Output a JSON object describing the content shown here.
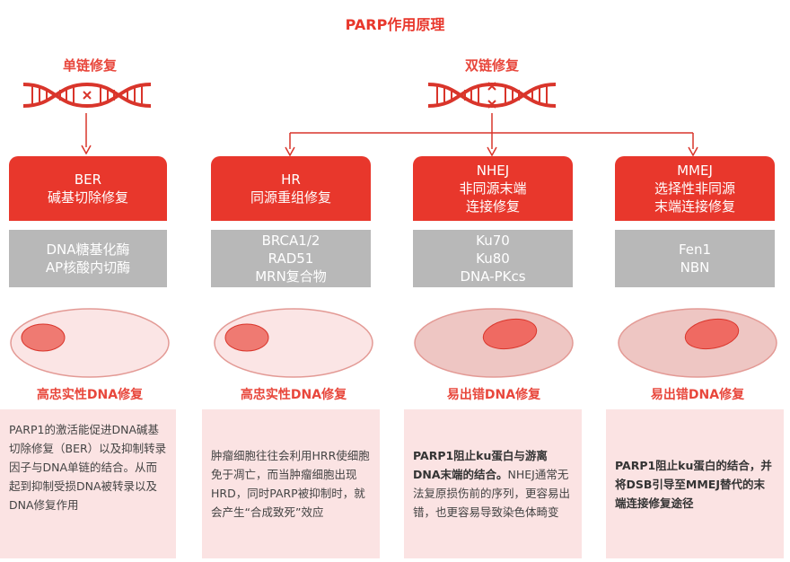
{
  "title": "PARP作用原理",
  "single_strand": {
    "label": "单链修复"
  },
  "double_strand": {
    "label": "双链修复"
  },
  "columns": [
    {
      "name": "ber",
      "header_lines": [
        "BER",
        "碱基切除修复"
      ],
      "proteins": [
        "DNA糖基化酶",
        "AP核酸内切酶"
      ],
      "outcome": "高忠实性DNA修复",
      "description": "PARP1的激活能促进DNA碱基切除修复（BER）以及抑制转录因子与DNA单链的结合。从而起到抑制受损DNA被转录以及DNA修复作用"
    },
    {
      "name": "hr",
      "header_lines": [
        "HR",
        "同源重组修复"
      ],
      "proteins": [
        "BRCA1/2",
        "RAD51",
        "MRN复合物"
      ],
      "outcome": "高忠实性DNA修复",
      "description": "肿瘤细胞往往会利用HRR使细胞免于凋亡，而当肿瘤细胞出现HRD，同时PARP被抑制时，就会产生“合成致死”效应"
    },
    {
      "name": "nhej",
      "header_lines": [
        "NHEJ",
        "非同源末端",
        "连接修复"
      ],
      "proteins": [
        "Ku70",
        "Ku80",
        "DNA-PKcs"
      ],
      "outcome": "易出错DNA修复",
      "description_bold": "PARP1阻止ku蛋白与游离DNA末端的结合。",
      "description": "NHEJ通常无法复原损伤前的序列，更容易出错，也更容易导致染色体畸变"
    },
    {
      "name": "mmej",
      "header_lines": [
        "MMEJ",
        "选择性非同源",
        "末端连接修复"
      ],
      "proteins": [
        "Fen1",
        "NBN"
      ],
      "outcome": "易出错DNA修复",
      "description_bold": "PARP1阻止ku蛋白的结合，并将DSB引导至MMEJ替代的末端连接修复途径"
    }
  ],
  "colors": {
    "accent": "#e8372c",
    "protein_box": "#b8b8b8",
    "description_bg": "#fbe3e3",
    "cell_fill": "#f6d6d6",
    "nucleus_fill": "#ef7a72"
  }
}
